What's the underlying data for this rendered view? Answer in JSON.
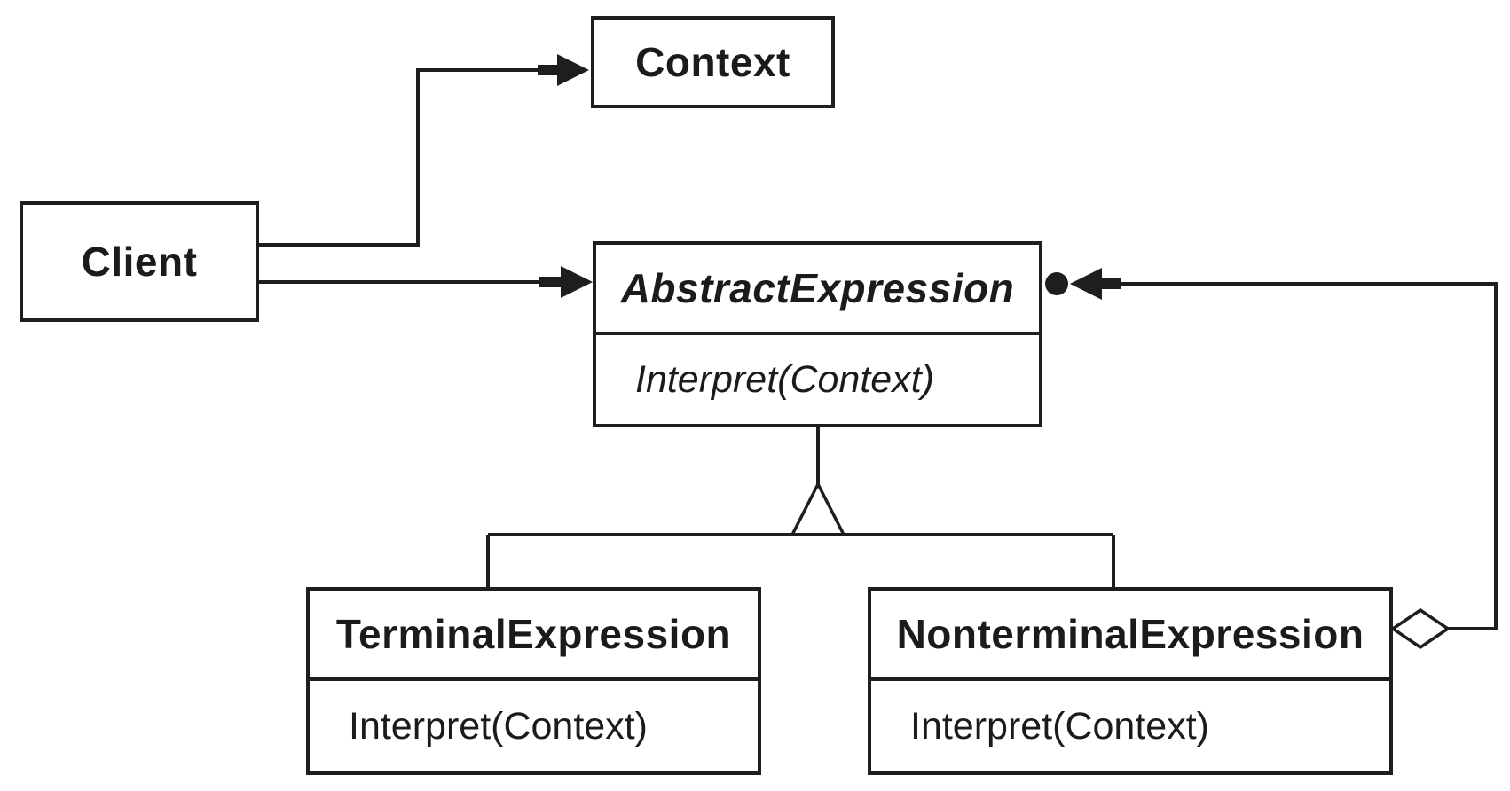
{
  "colors": {
    "background": "#ffffff",
    "line": "#1e1e1e",
    "text": "#1b1b1b",
    "shape_fill": "#ffffff"
  },
  "classes": {
    "client": {
      "name": "Client"
    },
    "context": {
      "name": "Context"
    },
    "abstract_expression": {
      "name": "AbstractExpression",
      "method": "Interpret(Context)"
    },
    "terminal_expression": {
      "name": "TerminalExpression",
      "method": "Interpret(Context)"
    },
    "nonterminal_expression": {
      "name": "NonterminalExpression",
      "method": "Interpret(Context)"
    }
  },
  "relationships": [
    {
      "kind": "directed-association",
      "from": "Client",
      "to": "Context",
      "marker": "filled-arrowhead"
    },
    {
      "kind": "directed-association",
      "from": "Client",
      "to": "AbstractExpression",
      "marker": "filled-arrowhead"
    },
    {
      "kind": "inheritance",
      "from": "TerminalExpression",
      "to": "AbstractExpression",
      "marker": "hollow-triangle"
    },
    {
      "kind": "inheritance",
      "from": "NonterminalExpression",
      "to": "AbstractExpression",
      "marker": "hollow-triangle"
    },
    {
      "kind": "aggregation-many",
      "from": "NonterminalExpression",
      "to": "AbstractExpression",
      "marker": "hollow-diamond, many-ball, filled-arrowhead"
    }
  ]
}
